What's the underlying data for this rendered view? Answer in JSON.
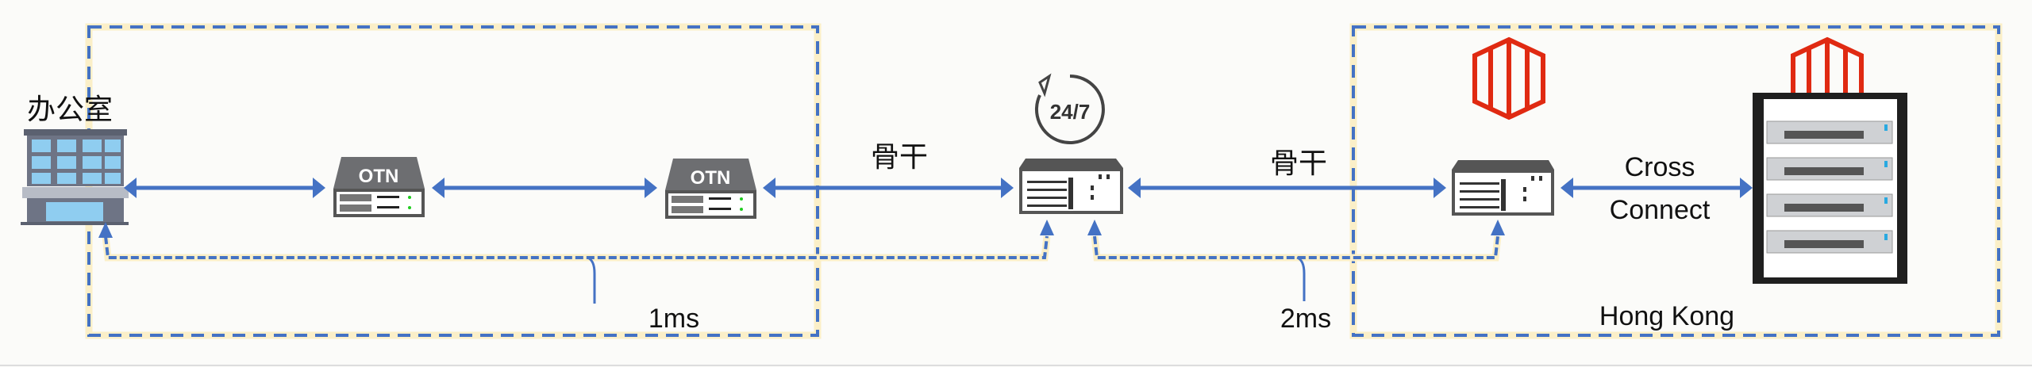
{
  "labels": {
    "office": "办公室",
    "backbone_left": "骨干",
    "backbone_right": "骨干",
    "cross": "Cross",
    "connect": "Connect",
    "region": "Hong Kong",
    "latency_1": "1ms",
    "latency_2": "2ms",
    "otn_1": "OTN",
    "otn_2": "OTN",
    "availability": "24/7"
  },
  "colors": {
    "link": "#4472c4",
    "halo": "#fbefc8",
    "logo": "#e02a12",
    "device": "#6d6e71"
  }
}
